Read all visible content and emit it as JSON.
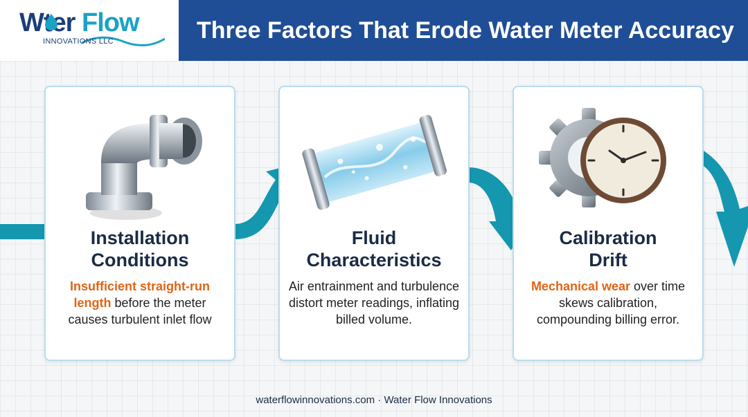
{
  "logo": {
    "word1": "Wter",
    "word2": "Flow",
    "subtitle": "INNOVATIONS LLC",
    "brand_dark": "#1b3d7a",
    "brand_light": "#1aa3c4"
  },
  "title": "Three Factors That Erode Water Meter Accuracy",
  "title_bar_color": "#1f4e96",
  "accent_flow_color": "#1597b0",
  "highlight_color": "#e06514",
  "cards": [
    {
      "icon": "pipe-elbow-icon",
      "title_line1": "Installation",
      "title_line2": "Conditions",
      "body_highlight": "Insufficient straight-run length",
      "body_rest": " before the meter causes turbulent inlet flow"
    },
    {
      "icon": "glass-pipe-bubbles-icon",
      "title_line1": "Fluid",
      "title_line2": "Characteristics",
      "body_highlight": "",
      "body_rest": "Air entrainment and turbulence distort meter readings, inflating billed volume."
    },
    {
      "icon": "gear-clock-icon",
      "title_line1": "Calibration",
      "title_line2": "Drift",
      "body_highlight": "Mechanical wear",
      "body_rest": " over time skews calibration, compounding billing error."
    }
  ],
  "footer": "waterflowinnovations.com · Water Flow Innovations"
}
